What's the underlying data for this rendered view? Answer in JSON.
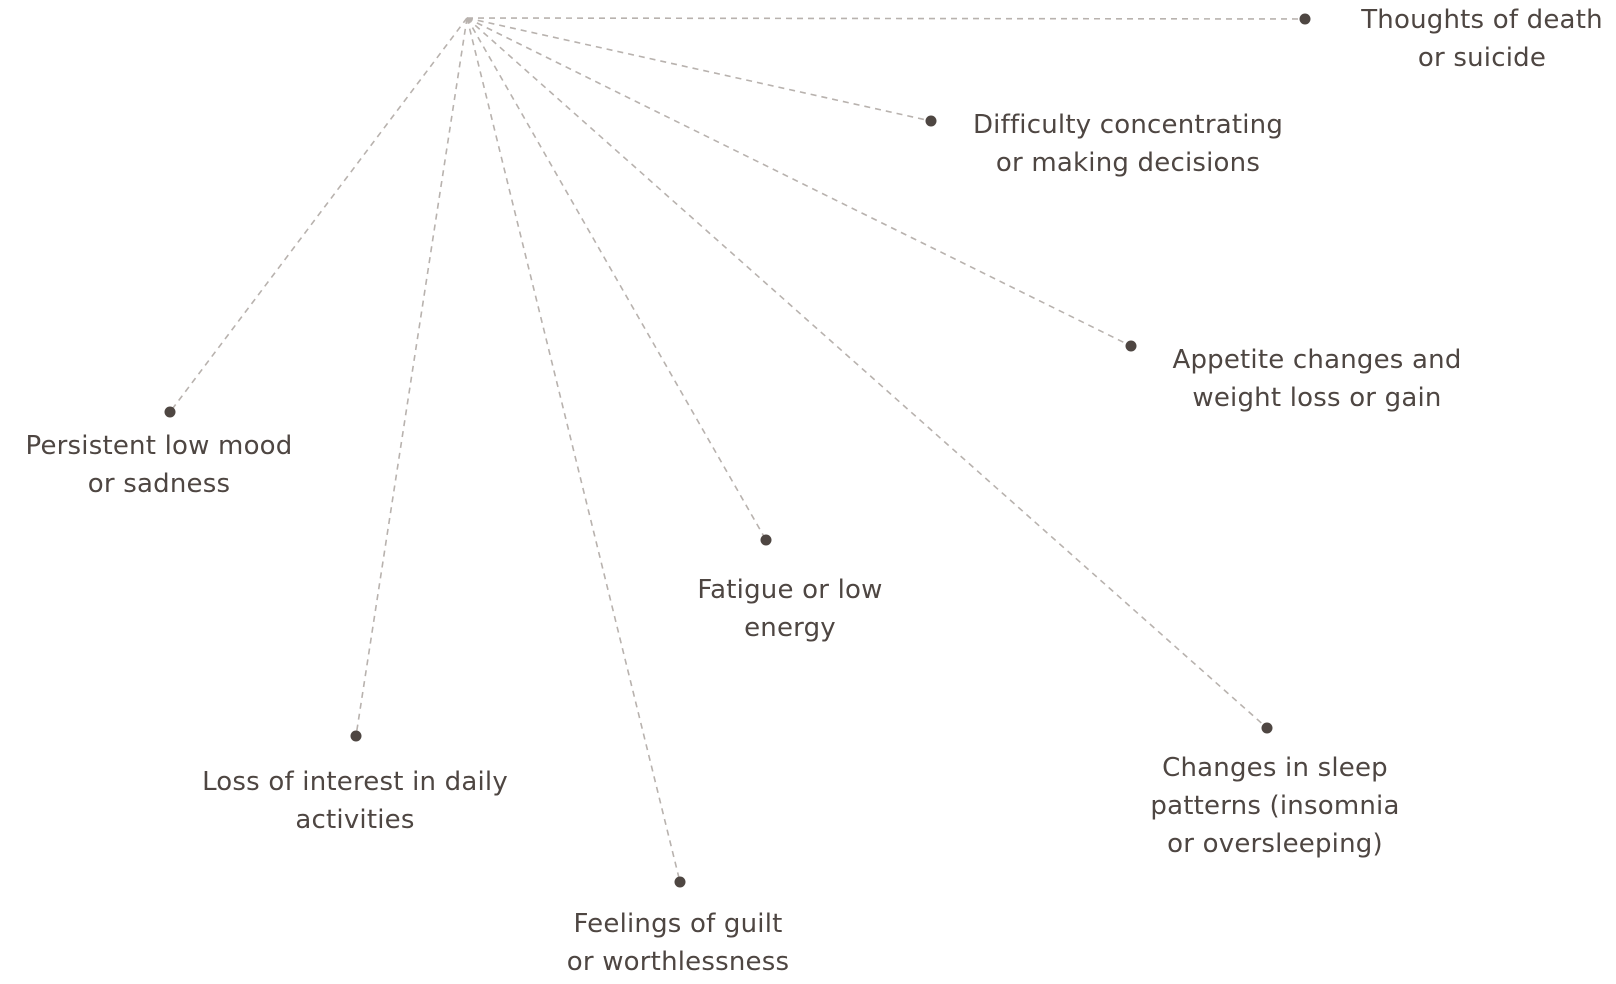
{
  "colors": {
    "connector": "#b8b2ae",
    "dot": "#4e4642",
    "text": "#4e4642",
    "background": "#ffffff"
  },
  "nodes": [
    {
      "id": "thoughts-of-death",
      "lines": [
        "Thoughts of death",
        "or suicide"
      ]
    },
    {
      "id": "difficulty-concentrating",
      "lines": [
        "Difficulty concentrating",
        "or making decisions"
      ]
    },
    {
      "id": "appetite-changes",
      "lines": [
        "Appetite changes and",
        "weight loss or gain"
      ]
    },
    {
      "id": "persistent-low-mood",
      "lines": [
        "Persistent low mood",
        "or sadness"
      ]
    },
    {
      "id": "fatigue",
      "lines": [
        "Fatigue or low",
        "energy"
      ]
    },
    {
      "id": "loss-of-interest",
      "lines": [
        "Loss of interest in daily",
        "activities"
      ]
    },
    {
      "id": "sleep-changes",
      "lines": [
        "Changes in sleep",
        "patterns (insomnia",
        "or oversleeping)"
      ]
    },
    {
      "id": "guilt",
      "lines": [
        "Feelings of guilt",
        "or worthlessness"
      ]
    }
  ]
}
